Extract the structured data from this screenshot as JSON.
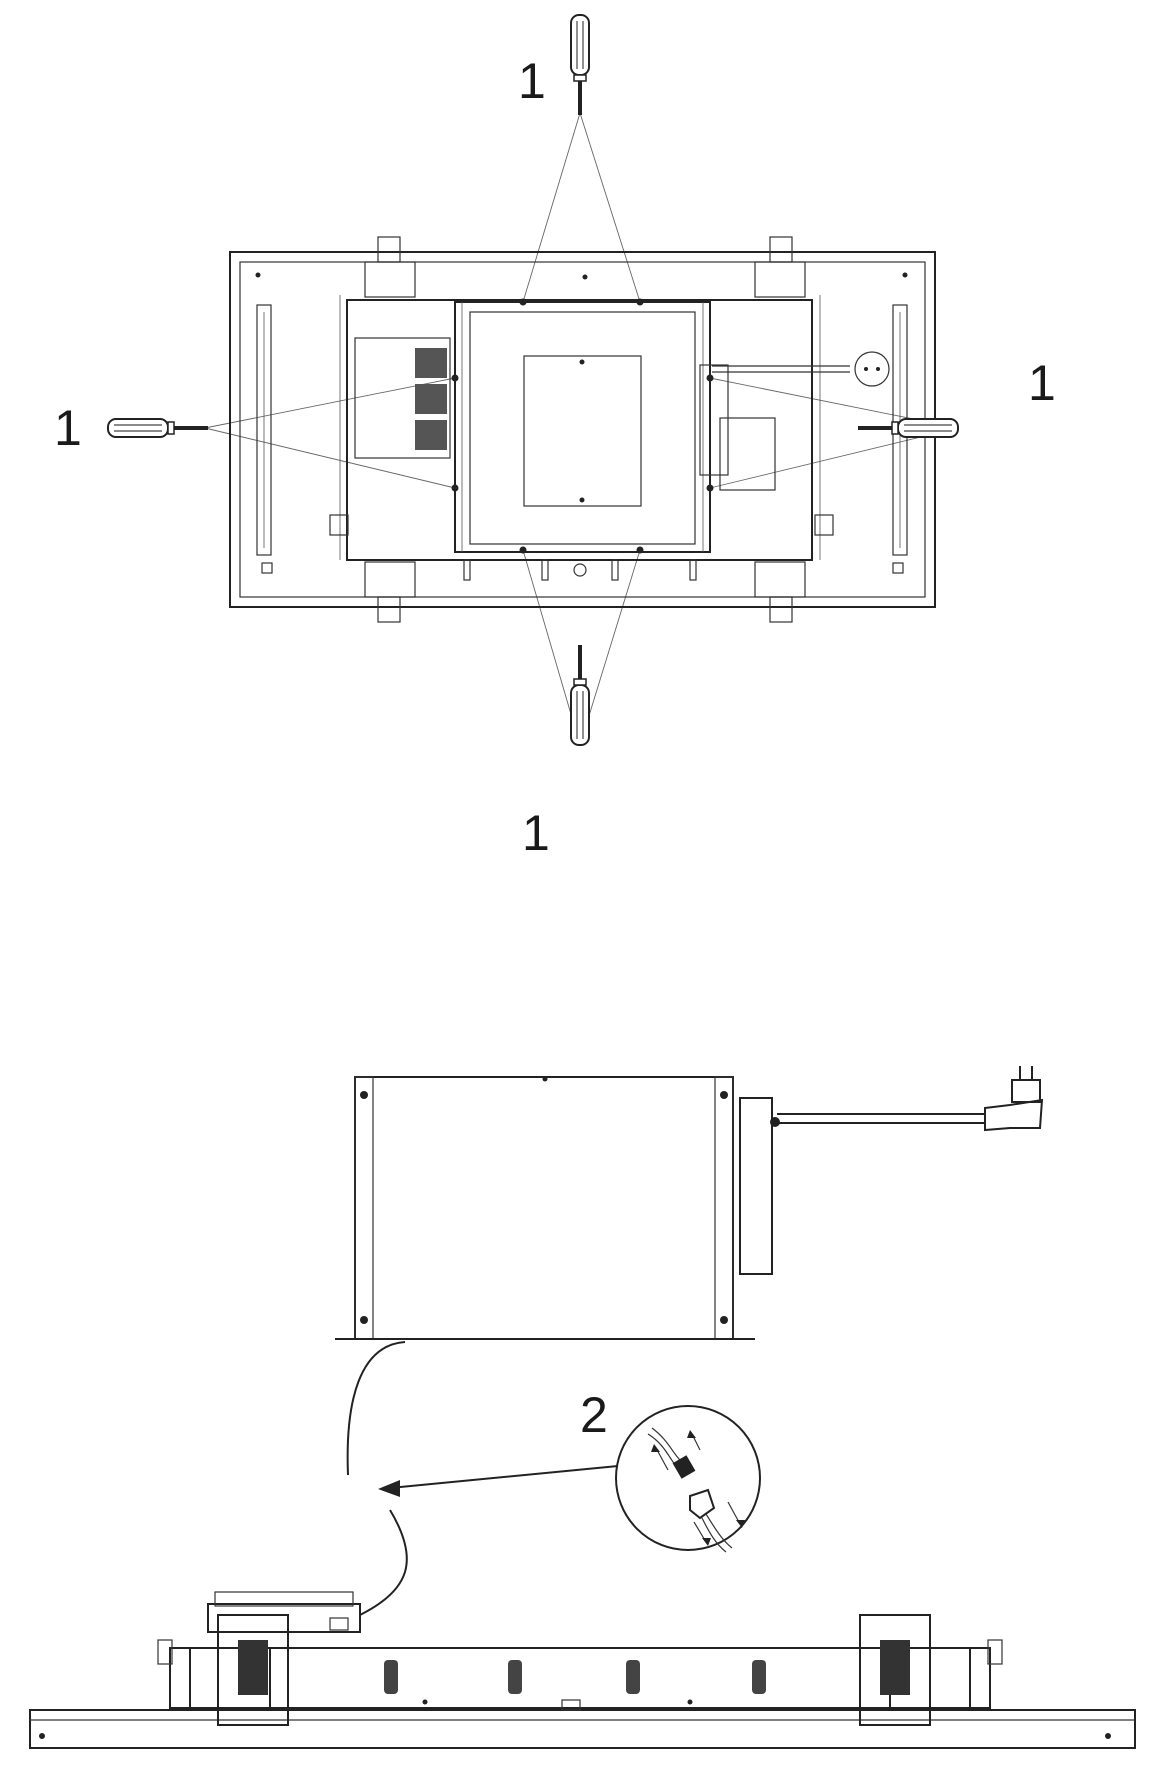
{
  "callouts": {
    "step1_top": "1",
    "step1_left": "1",
    "step1_right": "1",
    "step1_bottom": "1",
    "step2": "2"
  },
  "icons": [
    "screwdriver-icon",
    "plug-icon",
    "connector-icon"
  ]
}
